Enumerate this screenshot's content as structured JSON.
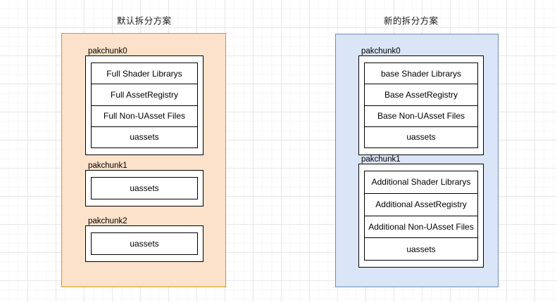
{
  "diagram": {
    "background": {
      "grid": "true",
      "page_color": "#ffffff",
      "grid_minor_color": "#f6f6f6",
      "grid_major_color": "#e8e8e8"
    },
    "schemes": [
      {
        "id": "default-scheme",
        "title": "默认拆分方案",
        "fill_color": "#fce2ca",
        "border_color": "#d79b00",
        "chunks": [
          {
            "label": "pakchunk0",
            "rows": [
              "Full Shader Librarys",
              "Full AssetRegistry",
              "Full Non-UAsset Files",
              "uassets"
            ]
          },
          {
            "label": "pakchunk1",
            "rows": [
              "uassets"
            ]
          },
          {
            "label": "pakchunk2",
            "rows": [
              "uassets"
            ]
          }
        ]
      },
      {
        "id": "new-scheme",
        "title": "新的拆分方案",
        "fill_color": "#dae5f7",
        "border_color": "#6c8ebf",
        "chunks": [
          {
            "label": "pakchunk0",
            "rows": [
              "base Shader Librarys",
              "Base AssetRegistry",
              "Base Non-UAsset Files",
              "uassets"
            ]
          },
          {
            "label": "pakchunk1",
            "rows": [
              "Additional Shader Librarys",
              "Additional AssetRegistry",
              "Additional Non-UAsset Files",
              "uassets"
            ]
          }
        ]
      }
    ]
  }
}
